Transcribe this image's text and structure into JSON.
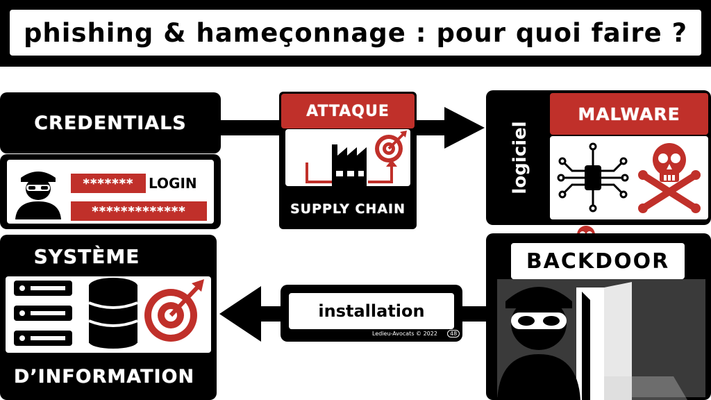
{
  "title": "phishing & hameçonnage : pour quoi faire ?",
  "credentials": {
    "label": "CREDENTIALS"
  },
  "login": {
    "password_short": "*******",
    "login_label": "LOGIN",
    "password_long": "*************"
  },
  "attaque": {
    "label": "ATTAQUE",
    "supply_chain": "SUPPLY CHAIN"
  },
  "malware": {
    "side_label": "logiciel",
    "label": "MALWARE"
  },
  "systeme": {
    "top_label": "SYSTÈME",
    "bottom_label": "D’INFORMATION"
  },
  "backdoor": {
    "label": "BACKDOOR"
  },
  "installation": {
    "label": "installation",
    "credit": "Ledieu-Avocats © 2022",
    "page": "48"
  },
  "colors": {
    "accent_red": "#c0302a",
    "black": "#000000",
    "white": "#ffffff"
  },
  "icons": [
    "skull-crossbones-icon",
    "factory-icon",
    "target-icon",
    "hacker-icon",
    "circuit-chip-icon",
    "server-rack-icon",
    "database-icon",
    "open-door-icon"
  ]
}
